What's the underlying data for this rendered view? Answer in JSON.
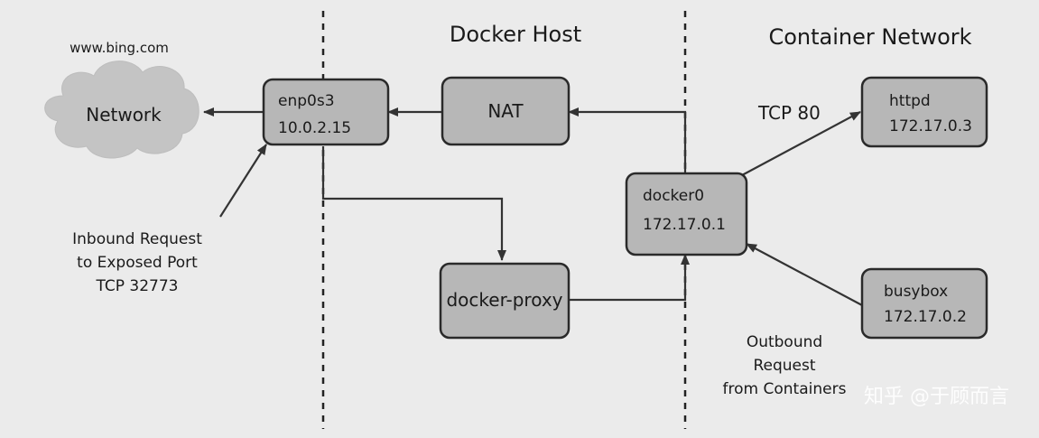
{
  "headers": {
    "docker_host": "Docker Host",
    "container_network": "Container Network"
  },
  "internet": {
    "host": "www.bing.com",
    "cloud_label": "Network"
  },
  "nodes": {
    "enp0s3": {
      "name": "enp0s3",
      "ip": "10.0.2.15"
    },
    "nat": {
      "name": "NAT"
    },
    "docker0": {
      "name": "docker0",
      "ip": "172.17.0.1"
    },
    "docker_proxy": {
      "name": "docker-proxy"
    },
    "httpd": {
      "name": "httpd",
      "ip": "172.17.0.3"
    },
    "busybox": {
      "name": "busybox",
      "ip": "172.17.0.2"
    }
  },
  "annotations": {
    "tcp": "TCP 80",
    "inbound": [
      "Inbound Request",
      "to Exposed Port",
      "TCP  32773"
    ],
    "outbound": [
      "Outbound",
      "Request",
      "from Containers"
    ]
  },
  "watermark": "知乎 @于顾而言",
  "colors": {
    "box_fill": "#b7b7b7",
    "background": "#ebebeb",
    "cloud": "#c4c4c4"
  }
}
